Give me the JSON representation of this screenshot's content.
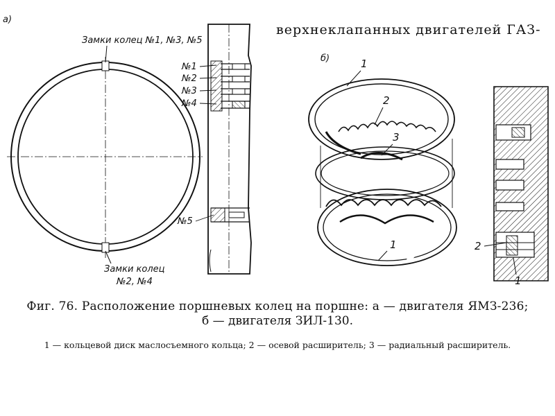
{
  "top_fragment": "верхнеклапанных двигателей ГАЗ-",
  "part_a": {
    "corner_letter": "а)",
    "locks_top": "Замки колец №1, №3, №5",
    "locks_bottom_line1": "Замки колец",
    "locks_bottom_line2": "№2, №4",
    "ring_labels": [
      "№1",
      "№2",
      "№3",
      "№4",
      "№5"
    ]
  },
  "part_b": {
    "letter": "б)",
    "callouts": [
      "1",
      "2",
      "3",
      "1",
      "2",
      "1"
    ]
  },
  "caption": {
    "line1": "Фиг. 76. Расположение поршневых колец на поршне: а — двигателя ЯМЗ-236;",
    "line2": "б — двигателя ЗИЛ-130."
  },
  "legend": "1 — кольцевой диск маслосъемного кольца; 2 — осевой расширитель; 3 — радиальный расширитель.",
  "colors": {
    "ink": "#111111",
    "paper": "#ffffff"
  }
}
